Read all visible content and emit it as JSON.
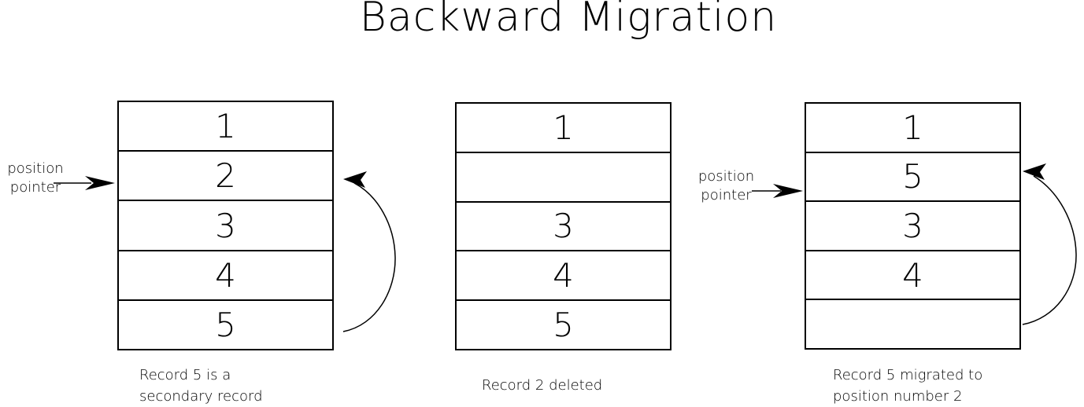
{
  "title": "Backward Migration",
  "colors": {
    "ink": "#000000",
    "background": "#ffffff"
  },
  "panels": [
    {
      "id": "secondary-record",
      "rows": [
        "1",
        "2",
        "3",
        "4",
        "5"
      ],
      "pointer_label": [
        "position",
        "pointer"
      ],
      "caption": [
        "Record 5 is a",
        "secondary record"
      ]
    },
    {
      "id": "record-deleted",
      "rows": [
        "1",
        "",
        "3",
        "4",
        "5"
      ],
      "caption": [
        "Record 2 deleted"
      ]
    },
    {
      "id": "record-migrated",
      "rows": [
        "1",
        "5",
        "3",
        "4",
        ""
      ],
      "pointer_label": [
        "position",
        "pointer"
      ],
      "caption": [
        "Record 5 migrated to",
        "position number 2"
      ]
    }
  ]
}
